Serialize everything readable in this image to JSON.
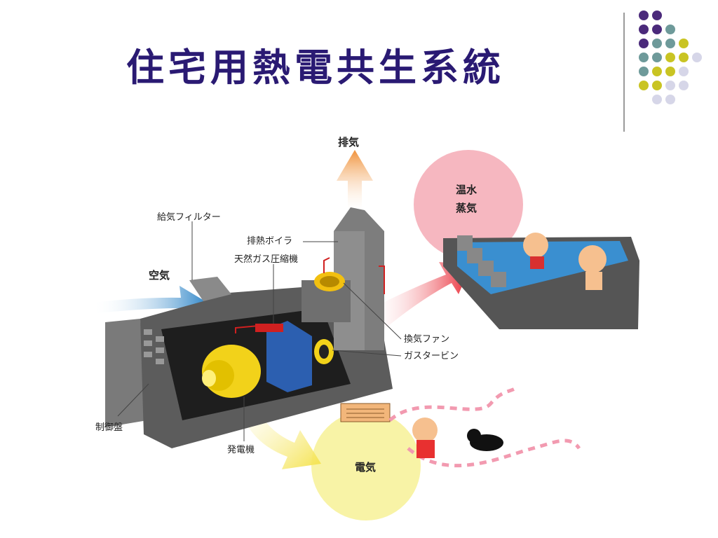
{
  "slide": {
    "title": "住宅用熱電共生系統"
  },
  "theme": {
    "title_color": "#2a1a73",
    "dot_colors": [
      "#4b2a7b",
      "#6e9a9a",
      "#c9c423",
      "#d6d6e8"
    ]
  },
  "diagram": {
    "labels": {
      "exhaust": "排気",
      "intake_filter": "給気フィルター",
      "air": "空気",
      "exhaust_boiler": "排熱ボイラ",
      "gas_compressor": "天然ガス圧縮機",
      "ventilation_fan": "換気ファン",
      "gas_turbine": "ガスタービン",
      "control_panel": "制御盤",
      "generator": "発電機",
      "hot_water_line1": "温水",
      "hot_water_line2": "蒸気",
      "electricity": "電気"
    },
    "colors": {
      "exhaust_arrow": "#f0923a",
      "air_arrow": "#2f86c8",
      "heat_arrow": "#e8222e",
      "power_arrow": "#f4e24a",
      "hot_water_circle": "#f6b7c0",
      "power_circle": "#f8f3a6",
      "machine": "#6b6b6b",
      "compressor": "#2c5fb0",
      "generator": "#f2d21a",
      "bath_water": "#3a8fd0"
    }
  }
}
